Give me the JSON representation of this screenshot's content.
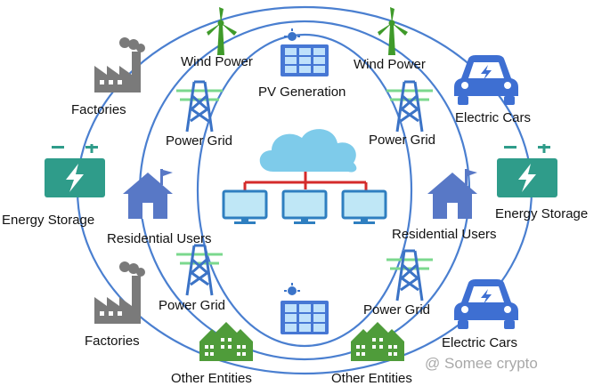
{
  "labels": {
    "wind_power_left": "Wind Power",
    "wind_power_right": "Wind Power",
    "pv_generation": "PV Generation",
    "factories_top": "Factories",
    "factories_bottom": "Factories",
    "electric_cars_top": "Electric Cars",
    "electric_cars_bottom": "Electric Cars",
    "power_grid_tl": "Power Grid",
    "power_grid_tr": "Power Grid",
    "power_grid_bl": "Power Grid",
    "power_grid_br": "Power Grid",
    "energy_storage_left": "Energy Storage",
    "energy_storage_right": "Energy Storage",
    "residential_users_left": "Residential Users",
    "residential_users_right": "Residential Users",
    "other_entities_left": "Other Entities",
    "other_entities_right": "Other Entities"
  },
  "watermark": "@ Somee crypto",
  "colors": {
    "ring": "#4a7fd0",
    "node_blue": "#4677d4",
    "factory": "#7a7a7a",
    "wind": "#3f9a2a",
    "grid_tower": "#3b73c6",
    "grid_line": "#7bd88e",
    "battery": "#2f9c8a",
    "house": "#5878c6",
    "cloud": "#7ecbea",
    "monitor_fill": "#bfe7f6",
    "monitor_border": "#3aa6d8",
    "network": "#d42b2b",
    "entities": "#4f9c3a",
    "sun": "#3b74c9"
  },
  "icons": [
    "wind-turbine-icon",
    "solar-panel-icon",
    "factory-icon",
    "electric-car-icon",
    "transmission-tower-icon",
    "battery-icon",
    "house-icon",
    "cloud-icon",
    "computer-monitor-icon",
    "buildings-icon"
  ]
}
